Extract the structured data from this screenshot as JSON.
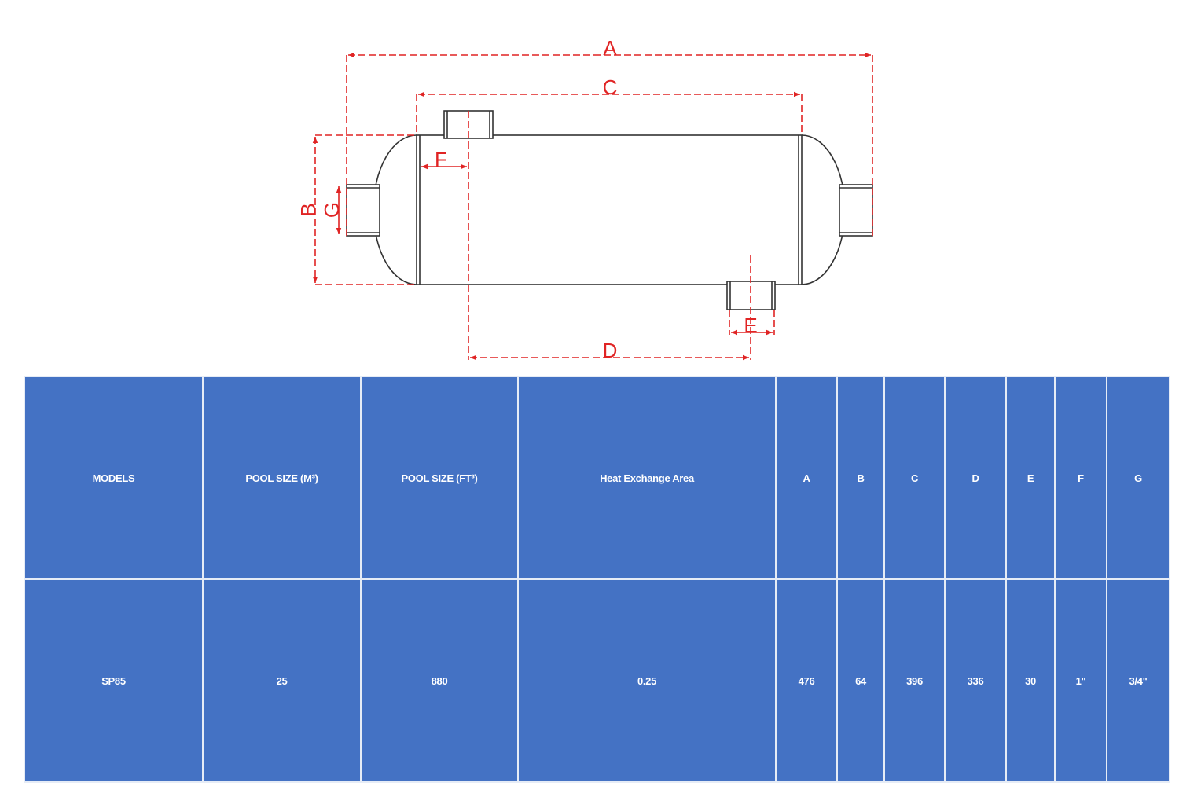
{
  "diagram": {
    "labels": {
      "A": "A",
      "B": "B",
      "C": "C",
      "D": "D",
      "E": "E",
      "F": "F",
      "G": "G"
    },
    "colors": {
      "dimension": "#e02424",
      "outline": "#333333"
    }
  },
  "table": {
    "headers": [
      "MODELS",
      "POOL SIZE (M³)",
      "POOL SIZE (FT³)",
      "Heat Exchange Area",
      "A",
      "B",
      "C",
      "D",
      "E",
      "F",
      "G"
    ],
    "rows": [
      [
        "SP85",
        "25",
        "880",
        "0.25",
        "476",
        "64",
        "396",
        "336",
        "30",
        "1\"",
        "3/4\""
      ]
    ],
    "colors": {
      "cell": "#4472c4",
      "text": "#ffffff"
    }
  }
}
